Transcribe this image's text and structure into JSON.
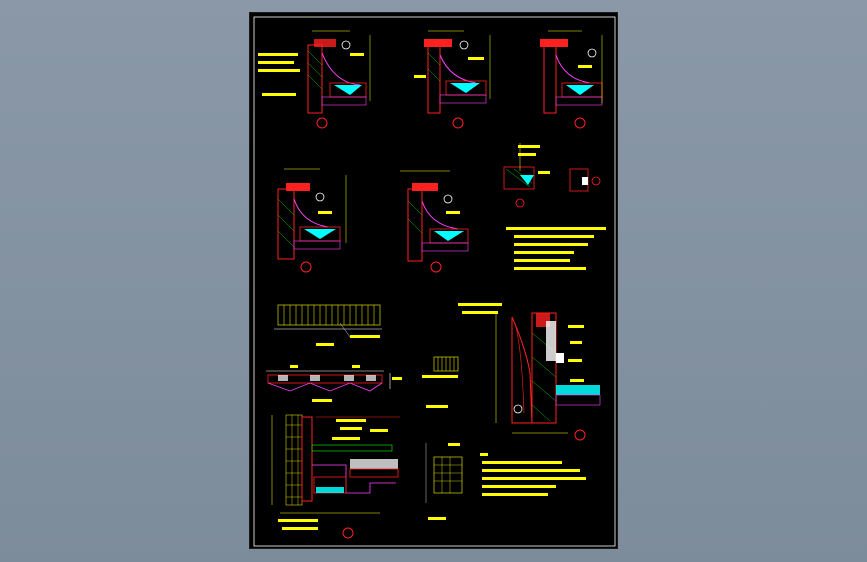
{
  "colors": {
    "background": "#7f8d9c",
    "sheet": "#000000",
    "frame": "#ffffff",
    "red": "#ff2020",
    "yellow": "#ffff00",
    "green": "#00ff00",
    "cyan": "#00ffff",
    "magenta": "#ff40ff",
    "white": "#ffffff"
  },
  "drawing": {
    "icon": "cad-detail-sheet-icon",
    "detail_markers": [
      "1",
      "2",
      "3",
      "4",
      "5",
      "6",
      "7",
      "8"
    ]
  }
}
